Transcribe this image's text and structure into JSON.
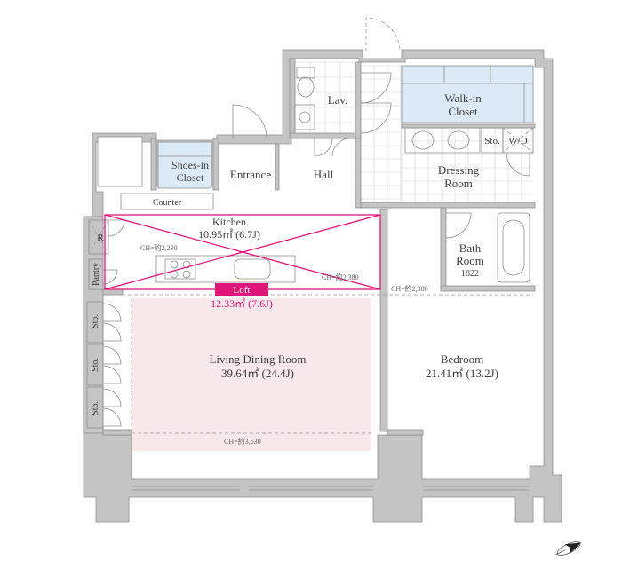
{
  "rooms": {
    "lav": "Lav.",
    "walk_in_closet_1": "Walk-in",
    "walk_in_closet_2": "Closet",
    "storage": "Sto.",
    "washer_dryer": "W/D",
    "shoes_in_closet_1": "Shoes-in",
    "shoes_in_closet_2": "Closet",
    "entrance": "Entrance",
    "hall": "Hall",
    "dressing_room_1": "Dressing",
    "dressing_room_2": "Room",
    "counter": "Counter",
    "kitchen": "Kitchen",
    "kitchen_area": "10.95㎡ (6.7J)",
    "refrigerator": "R",
    "pantry": "Pantry",
    "bath_1": "Bath",
    "bath_2": "Room",
    "bath_size": "1822",
    "loft": "Loft",
    "loft_area": "12.33㎡ (7.6J)",
    "living": "Living Dining Room",
    "living_area": "39.64㎡ (24.4J)",
    "bedroom": "Bedroom",
    "bedroom_area": "21.41㎡ (13.2J)",
    "sto_1": "Sto.",
    "sto_2": "Sto.",
    "sto_3": "Sto."
  },
  "ceiling_heights": {
    "kitchen_left": "CH=約2,230",
    "kitchen_right": "CH=約2,380",
    "bedroom": "CH=約2,380",
    "living": "CH=約3,630"
  },
  "icons": {
    "compass": "compass-icon"
  },
  "colors": {
    "wall": "#c4c4c4",
    "loft_magenta": "#e0157a",
    "living_pink": "#f8e8ea",
    "closet_blue": "#dce9f6"
  }
}
